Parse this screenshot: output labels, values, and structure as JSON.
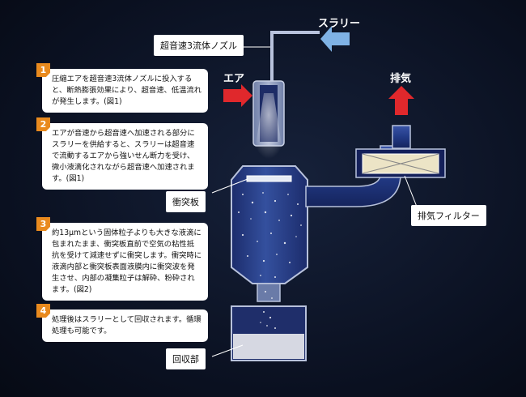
{
  "labels": {
    "nozzle": "超音速3流体ノズル",
    "slurry": "スラリー",
    "air": "エア",
    "exhaust": "排気",
    "impact_plate": "衝突板",
    "exhaust_filter": "排気フィルター",
    "recovery": "回収部"
  },
  "steps": [
    {
      "number": "1",
      "text": "圧縮エアを超音速3流体ノズルに投入すると、断熱膨張効果により、超音速、低温流れが発生します。(図1)"
    },
    {
      "number": "2",
      "text": "エアが音速から超音速へ加速される部分にスラリーを供給すると、スラリーは超音速で流動するエアから強いせん断力を受け、微小液滴化されながら超音速へ加速されます。(図1)"
    },
    {
      "number": "3",
      "text": "約13μmという固体粒子よりも大きな液滴に包まれたまま、衝突板直前で空気の粘性抵抗を受けて減速せずに衝突します。衝突時に液滴内部と衝突板表面液膜内に衝突波を発生させ、内部の凝集粒子は解砕、粉砕されます。(図2)"
    },
    {
      "number": "4",
      "text": "処理後はスラリーとして回収されます。循環処理も可能です。"
    }
  ],
  "colors": {
    "accent": "#e98a1e",
    "air_arrow": "#e0282c",
    "slurry_arrow": "#7fb2e5",
    "vessel": "#2a3f8f"
  }
}
